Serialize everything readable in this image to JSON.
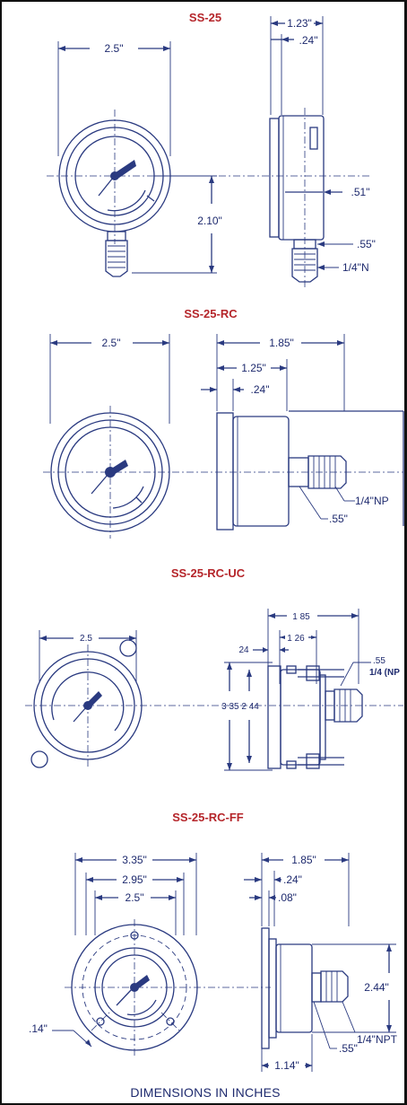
{
  "sections": [
    {
      "title": "SS-25",
      "dims": {
        "width": "2.5\"",
        "depth": "1.23\"",
        "front": ".24\"",
        "height": "2.10\"",
        "back": ".51\"",
        "thread_hex": ".55\"",
        "npt": "1/4\"N"
      }
    },
    {
      "title": "SS-25-RC",
      "dims": {
        "width": "2.5\"",
        "depth": "1.85\"",
        "case": "1.25\"",
        "front": ".24\"",
        "npt": "1/4\"NP",
        "hex": ".55\""
      }
    },
    {
      "title": "SS-25-RC-UC",
      "dims": {
        "width": "2.5",
        "depth": "1 85",
        "case": "1 26",
        "front": "24",
        "hex": ".55",
        "npt": "1/4 (NP",
        "vertical": "3 35 2 44"
      }
    },
    {
      "title": "SS-25-RC-FF",
      "dims": {
        "flange": "3.35\"",
        "bolt_circle": "2.95\"",
        "width": "2.5\"",
        "depth": "1.85\"",
        "front": ".24\"",
        "flange_thk": ".08\"",
        "height": "2.44\"",
        "hole": ".14\"",
        "npt": "1/4\"NPT",
        "hex": ".55\"",
        "case": "1.14\""
      }
    }
  ],
  "footer": "DIMENSIONS IN INCHES",
  "colors": {
    "title": "#b5252a",
    "line": "#2a3a80",
    "border": "#111111"
  }
}
